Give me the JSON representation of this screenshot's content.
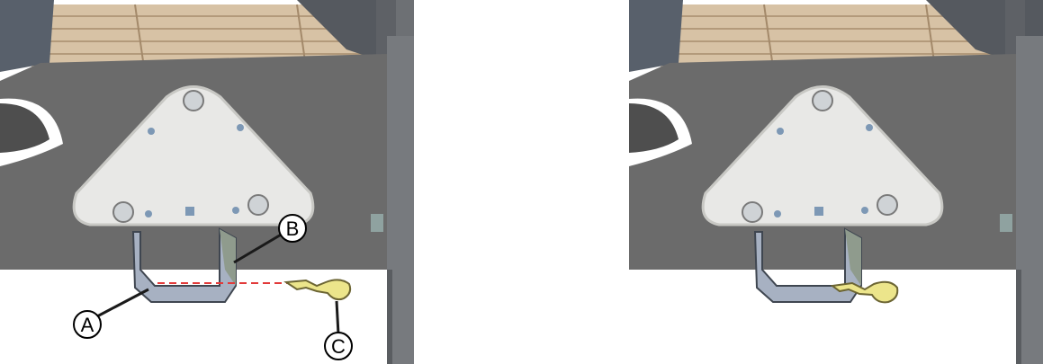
{
  "callouts": {
    "a": "A",
    "b": "B",
    "c": "C"
  },
  "colors": {
    "base_plate": "#6b6b6b",
    "frame": "#4f5560",
    "wood": "#d7c2a5",
    "mount_plate": "#e8e8e6",
    "bracket": "#a7b1c2",
    "clip": "#ece58b",
    "guide_line": "#e23a3a"
  }
}
